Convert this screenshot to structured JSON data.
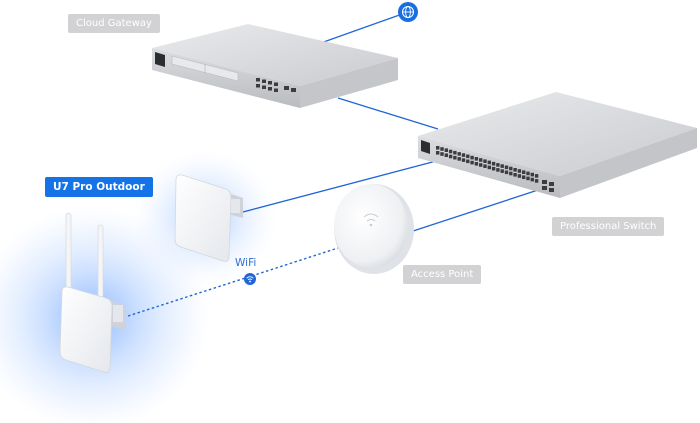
{
  "labels": {
    "gateway": "Cloud Gateway",
    "outdoor": "U7 Pro Outdoor",
    "switch": "Professional Switch",
    "access_point": "Access Point"
  },
  "link": {
    "wifi_label": "WiFi"
  },
  "icons": {
    "internet": "globe-icon",
    "wifi_badge": "wifi-icon"
  },
  "colors": {
    "link_line": "#1f66d6",
    "highlight_label": "#1473e6",
    "device_label": "#d2d2d4",
    "glow": "#2f7dff"
  }
}
